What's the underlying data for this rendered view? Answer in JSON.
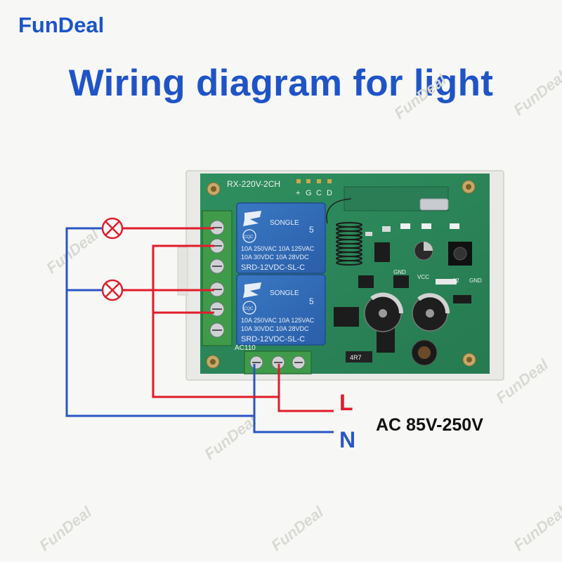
{
  "brand": "FunDeal",
  "title": "Wiring diagram for light",
  "watermark": "FunDeal",
  "board": {
    "model_label": "RX-220V-2CH",
    "pin_labels": [
      "+",
      "G",
      "C",
      "D"
    ],
    "relay_brand": "SONGLE",
    "relay_model": "SRD-12VDC-SL-C",
    "relay_rating_line1": "10A 250VAC  10A 125VAC",
    "relay_rating_line2": "10A  30VDC  10A  28VDC",
    "relay_pin_number": "5",
    "relay_cert_mark": "CQC",
    "ac_input_label": "AC110",
    "gnd_label": "GND",
    "vcc_label": "VCC",
    "plus12_label": "+12",
    "inductor_label": "4R7"
  },
  "labels": {
    "live": "L",
    "neutral": "N",
    "voltage": "AC 85V-250V"
  },
  "colors": {
    "live_wire": "#e11b2a",
    "neutral_wire": "#2a55c4",
    "board": "#2e8a5a",
    "terminal": "#3f9b4a",
    "relay": "#2f67b5"
  },
  "icons": {
    "lamp": "lamp-symbol-icon"
  }
}
